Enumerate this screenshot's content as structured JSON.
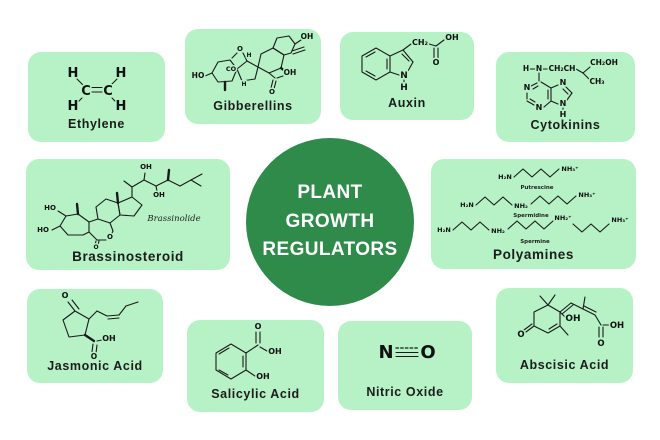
{
  "title": {
    "line1": "PLANT",
    "line2": "GROWTH",
    "line3": "REGULATORS"
  },
  "colors": {
    "background": "#ffffff",
    "card_bg": "#b6f2c6",
    "circle_bg": "#2e8b4a",
    "label_text": "#1c1c1c"
  },
  "cards": {
    "ethylene": {
      "label": "Ethylene",
      "atoms": {
        "h1": "H",
        "h2": "H",
        "c1": "C",
        "c2": "C",
        "h3": "H",
        "h4": "H"
      }
    },
    "gibberellins": {
      "label": "Gibberellins",
      "atoms": {
        "ho": "HO",
        "o_bridge": "O",
        "co": "CO",
        "h1": "H",
        "h2": "H",
        "oh_top": "OH",
        "oh_right": "OH",
        "o_bottom": "O"
      }
    },
    "auxin": {
      "label": "Auxin",
      "atoms": {
        "ch2": "CH₂",
        "oh": "OH",
        "o": "O",
        "n": "N",
        "h": "H"
      }
    },
    "cytokinins": {
      "label": "Cytokinins",
      "atoms": {
        "h": "H",
        "n_chain": "N",
        "ch2ch": "CH₂CH",
        "ch2oh": "CH₂OH",
        "ch3": "CH₃",
        "n1": "N",
        "n3": "N",
        "n7": "N",
        "n9": "N",
        "h9": "H"
      }
    },
    "brassinosteroid": {
      "label": "Brassinosteroid",
      "molecule_name": "Brassinolide",
      "atoms": {
        "oh_top": "OH",
        "oh_chain": "OH",
        "ho_upper": "HO",
        "ho_lower": "HO",
        "o_ring": "O",
        "o_keto": "O"
      }
    },
    "polyamines": {
      "label": "Polyamines",
      "chains": [
        {
          "name": "Putrescine",
          "left": "H₂N",
          "right": "NH₃⁺"
        },
        {
          "name": "Spermidine",
          "left": "H₂N",
          "mid": "NH₂",
          "right": "NH₃⁺"
        },
        {
          "name": "Spermine",
          "left": "H₂N",
          "mid1": "NH₂",
          "mid2": "NH₂⁺",
          "right": "NH₃⁺"
        }
      ]
    },
    "jasmonic_acid": {
      "label": "Jasmonic Acid",
      "atoms": {
        "o_keto": "O",
        "oh": "OH",
        "o_acid": "O"
      }
    },
    "salicylic_acid": {
      "label": "Salicylic Acid",
      "atoms": {
        "o_top": "O",
        "oh_acid": "OH",
        "oh_ring": "OH"
      }
    },
    "nitric_oxide": {
      "label": "Nitric Oxide",
      "atoms": {
        "n": "N",
        "o": "O"
      }
    },
    "abscisic_acid": {
      "label": "Abscisic Acid",
      "atoms": {
        "o_keto": "O",
        "oh_ring": "OH",
        "oh_acid": "OH",
        "o_acid": "O"
      }
    }
  }
}
